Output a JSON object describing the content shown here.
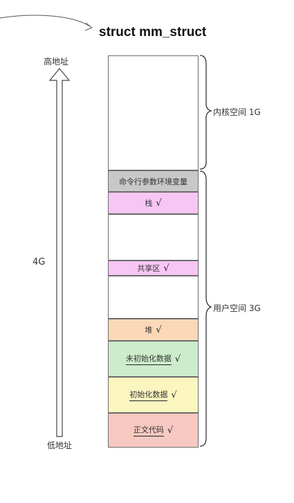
{
  "title": "struct mm_struct",
  "axis": {
    "high_label": "高地址",
    "low_label": "低地址",
    "total_label": "4G"
  },
  "segments": {
    "kernel": {
      "label": ""
    },
    "args_env": {
      "label": "命令行参数环境变量",
      "color": "#c8c8c8"
    },
    "stack": {
      "label": "栈",
      "check": "√",
      "color": "#f7c6f5"
    },
    "gap_upper": {
      "label": ""
    },
    "shared": {
      "label": "共享区",
      "check": "√",
      "color": "#f7c6f5"
    },
    "gap_lower": {
      "label": ""
    },
    "heap": {
      "label": "堆",
      "check": "√",
      "color": "#fbd9b8"
    },
    "bss": {
      "label": "未初始化数据",
      "check": "√",
      "color": "#cdeccb"
    },
    "data": {
      "label": "初始化数据",
      "check": "√",
      "color": "#fbf6c0"
    },
    "text": {
      "label": "正文代码",
      "check": "√",
      "color": "#f7c9c1"
    }
  },
  "braces": {
    "kernel_label": "内核空间 1G",
    "user_label": "用户空间 3G"
  },
  "colors": {
    "arrow_blue": "#6a6fd8",
    "border": "#6b6b6b"
  }
}
